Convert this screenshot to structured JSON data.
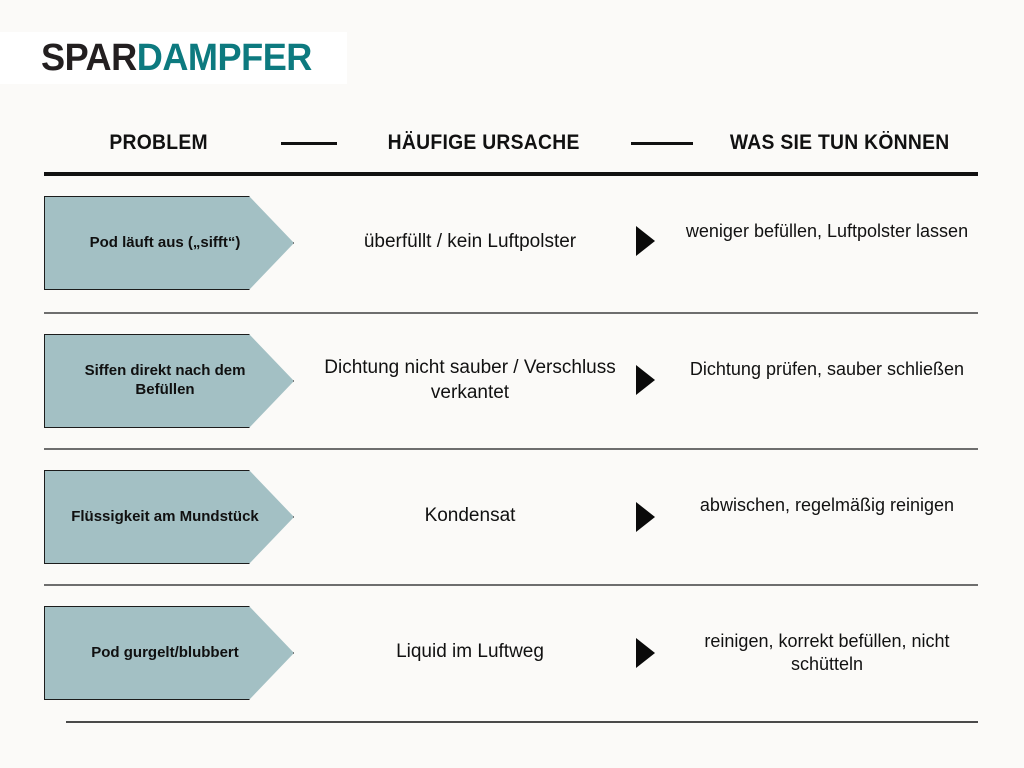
{
  "brand": {
    "logo_part_1": "SPAR",
    "logo_part_2": "DAMPFER",
    "color_dark": "#231f20",
    "color_teal": "#0d7a7f"
  },
  "header": {
    "col_problem": "PROBLEM",
    "col_cause": "HÄUFIGE URSACHE",
    "col_action": "WAS SIE TUN KÖNNEN"
  },
  "theme": {
    "background": "#fbfaf8",
    "pentagon_fill": "#a3c0c4",
    "rule_color": "#6e6e6e",
    "text_color": "#111111"
  },
  "rows": [
    {
      "problem": "Pod läuft aus („sifft“)",
      "cause": "überfüllt / kein Luftpolster",
      "action": "weniger befüllen, Luftpolster lassen"
    },
    {
      "problem": "Siffen direkt nach dem Befüllen",
      "cause": "Dichtung nicht sauber / Verschluss verkantet",
      "action": "Dichtung prüfen, sauber schließen"
    },
    {
      "problem": "Flüssigkeit am Mundstück",
      "cause": "Kondensat",
      "action": "abwischen, regelmäßig reinigen"
    },
    {
      "problem": "Pod gurgelt/blubbert",
      "cause": "Liquid im Luftweg",
      "action": "reinigen, korrekt befüllen, nicht schütteln"
    }
  ]
}
